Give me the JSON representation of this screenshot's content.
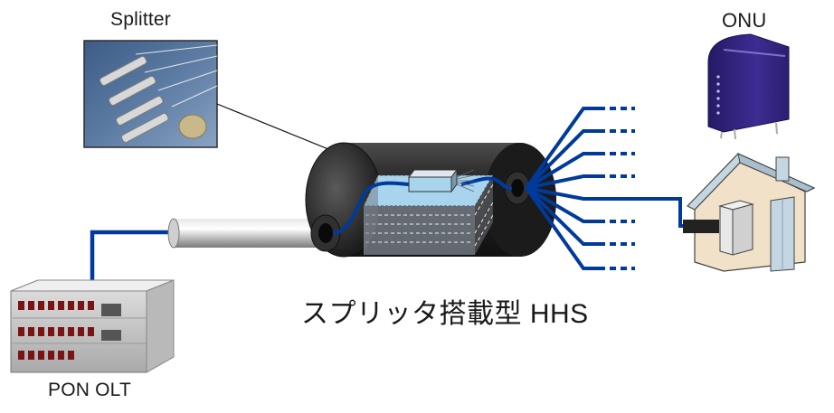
{
  "labels": {
    "splitter": "Splitter",
    "onu": "ONU",
    "hhs": "スプリッタ搭載型 HHS",
    "pon_olt": "PON OLT"
  },
  "colors": {
    "fiber": "#003a9b",
    "cylinder": "#2a2a2a",
    "splitter_tray": "#a8d4ee",
    "onu_device": "#3a2886",
    "house_wall": "#f1e1c8",
    "house_roof": "#c4d6e2"
  },
  "icons": [
    "splitter-photo",
    "onu-device-icon",
    "house-icon",
    "pon-olt-rack-icon",
    "hhs-cylinder-icon"
  ]
}
